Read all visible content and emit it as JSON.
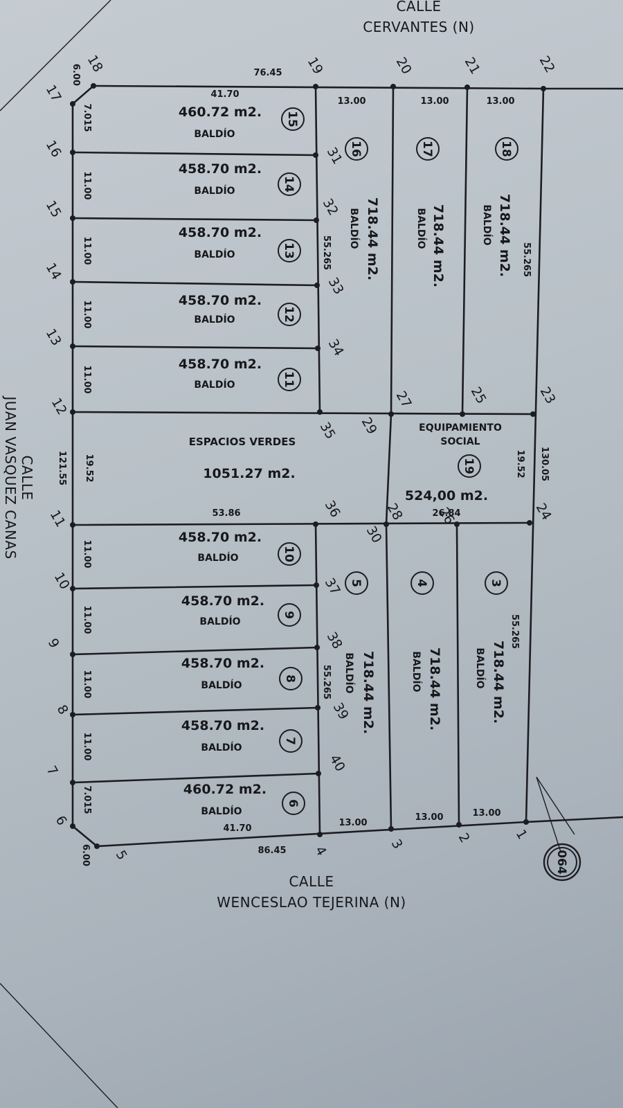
{
  "streets": {
    "north_line1": "CALLE",
    "north_line2": "CERVANTES (N)",
    "south_line1": "CALLE",
    "south_line2": "WENCESLAO TEJERINA (N)",
    "west_line1": "CALLE",
    "west_line2": "JUAN VASQUEZ CANAS"
  },
  "sheet_number": "064",
  "left_lots": [
    {
      "num": "15",
      "area": "460.72 m2.",
      "use": "BALDÍO"
    },
    {
      "num": "14",
      "area": "458.70 m2.",
      "use": "BALDÍO"
    },
    {
      "num": "13",
      "area": "458.70 m2.",
      "use": "BALDÍO"
    },
    {
      "num": "12",
      "area": "458.70 m2.",
      "use": "BALDÍO"
    },
    {
      "num": "11",
      "area": "458.70 m2.",
      "use": "BALDÍO"
    },
    {
      "num": "10",
      "area": "458.70 m2.",
      "use": "BALDÍO"
    },
    {
      "num": "9",
      "area": "458.70 m2.",
      "use": "BALDÍO"
    },
    {
      "num": "8",
      "area": "458.70 m2.",
      "use": "BALDÍO"
    },
    {
      "num": "7",
      "area": "458.70 m2.",
      "use": "BALDÍO"
    },
    {
      "num": "6",
      "area": "460.72 m2.",
      "use": "BALDÍO"
    }
  ],
  "long_lots": [
    {
      "num": "16",
      "area": "718.44 m2.",
      "use": "BALDÍO"
    },
    {
      "num": "17",
      "area": "718.44 m2.",
      "use": "BALDÍO"
    },
    {
      "num": "18",
      "area": "718.44 m2.",
      "use": "BALDÍO"
    },
    {
      "num": "5",
      "area": "718.44 m2.",
      "use": "BALDÍO"
    },
    {
      "num": "4",
      "area": "718.44 m2.",
      "use": "BALDÍO"
    },
    {
      "num": "3",
      "area": "718.44 m2.",
      "use": "BALDÍO"
    }
  ],
  "green_space": {
    "label": "ESPACIOS VERDES",
    "area": "1051.27 m2."
  },
  "social": {
    "label1": "EQUIPAMIENTO",
    "label2": "SOCIAL",
    "num": "19",
    "area": "524,00 m2."
  },
  "dimensions": {
    "top_76_45": "76.45",
    "top_41_70": "41.70",
    "bottom_41_70": "41.70",
    "bottom_86_45": "86.45",
    "w13_a": "13.00",
    "w13_b": "13.00",
    "w13_c": "13.00",
    "w13_d": "13.00",
    "w13_e": "13.00",
    "w13_f": "13.00",
    "d6_top": "6.00",
    "d6_bottom": "6.00",
    "d7015_top": "7.015",
    "d7015_bottom": "7.015",
    "d11": [
      "11.00",
      "11.00",
      "11.00",
      "11.00",
      "11.00",
      "11.00",
      "11.00",
      "11.00"
    ],
    "d121_55": "121.55",
    "d19_52_left": "19.52",
    "d19_52_right": "19.52",
    "d53_86": "53.86",
    "d26_84": "26.84",
    "d130_05": "130.05",
    "d55_265_top_mid": "55.265",
    "d55_265_top_right": "55.265",
    "d55_265_bot_mid": "55.265",
    "d55_265_bot_right": "55.265"
  },
  "vertices": [
    "1",
    "2",
    "3",
    "4",
    "5",
    "6",
    "7",
    "8",
    "9",
    "10",
    "11",
    "12",
    "13",
    "14",
    "15",
    "16",
    "17",
    "18",
    "19",
    "20",
    "21",
    "22",
    "23",
    "24",
    "25",
    "26",
    "27",
    "28",
    "29",
    "30",
    "31",
    "32",
    "33",
    "34",
    "35",
    "36",
    "37",
    "38",
    "39",
    "40"
  ]
}
